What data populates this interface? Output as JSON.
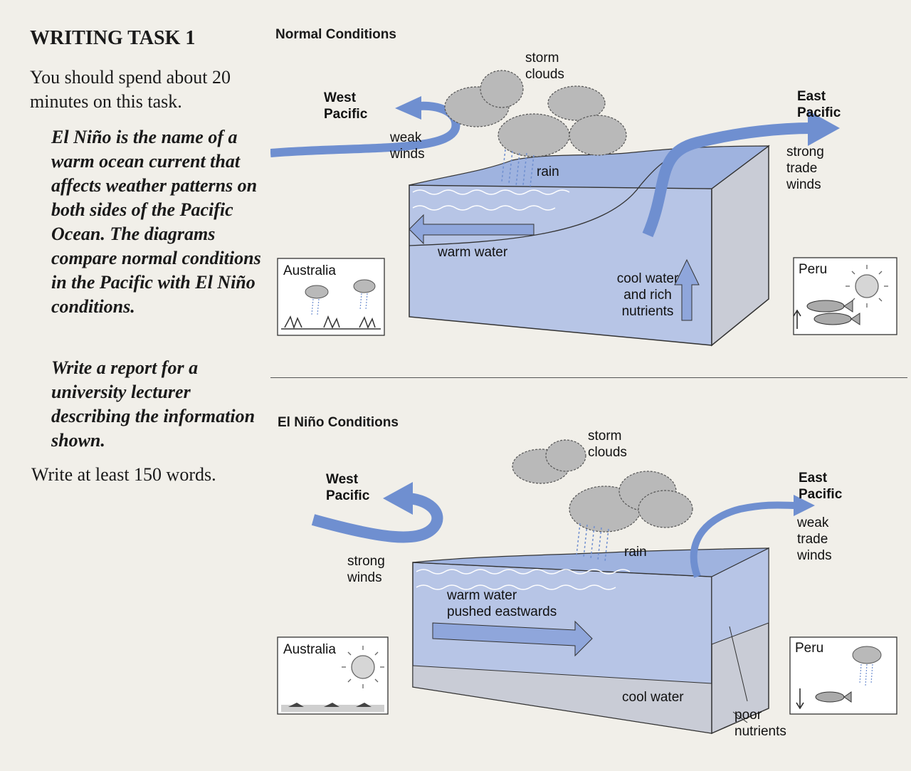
{
  "task": {
    "title": "WRITING TASK 1",
    "intro": "You should spend about 20 minutes on this task.",
    "prompt": "El Niño is the name of a warm ocean current that affects weather patterns on both sides of the Pacific Ocean. The diagrams compare normal conditions in the Pacific with El Niño conditions.",
    "instruction": "Write a report for a university lecturer describing the information shown.",
    "word_count": "Write at least 150 words."
  },
  "normal": {
    "heading": "Normal Conditions",
    "storm_clouds": "storm\nclouds",
    "west_pacific": "West\nPacific",
    "east_pacific": "East\nPacific",
    "weak_winds": "weak\nwinds",
    "rain": "rain",
    "strong_trade_winds": "strong\ntrade\nwinds",
    "warm_water": "warm water",
    "cool_water": "cool water\nand rich\nnutrients",
    "australia": "Australia",
    "peru": "Peru"
  },
  "elnino": {
    "heading": "El Niño Conditions",
    "storm_clouds": "storm\nclouds",
    "west_pacific": "West\nPacific",
    "east_pacific": "East\nPacific",
    "weak_trade_winds": "weak\ntrade\nwinds",
    "rain": "rain",
    "strong_winds": "strong\nwinds",
    "warm_water": "warm water\npushed eastwards",
    "cool_water": "cool water",
    "poor_nutrients": "poor\nnutrients",
    "australia": "Australia",
    "peru": "Peru"
  },
  "colors": {
    "water": "#b7c5e6",
    "arrow": "#6f8fd0",
    "block_side": "#c9ccd6",
    "cloud": "#b9b9b9"
  }
}
